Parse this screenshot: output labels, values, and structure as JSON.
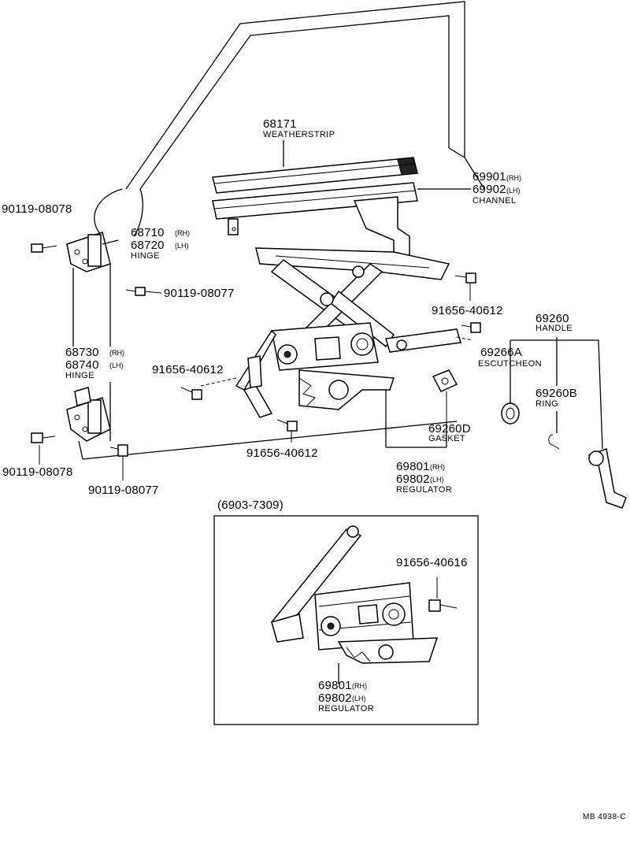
{
  "parts": {
    "weatherstrip": {
      "number": "68171",
      "name": "WEATHERSTRIP"
    },
    "channel": {
      "number_rh": "69901",
      "suffix_rh": "(RH)",
      "number_lh": "69902",
      "suffix_lh": "(LH)",
      "name": "CHANNEL"
    },
    "bolt_upper": {
      "number": "90119-08078"
    },
    "upper_hinge": {
      "number_rh": "68710",
      "suffix_rh": "(RH)",
      "number_lh": "68720",
      "suffix_lh": "(LH)",
      "name": "HINGE"
    },
    "bolt_hinge_upper": {
      "number": "90119-08077"
    },
    "lower_hinge": {
      "number_rh": "68730",
      "suffix_rh": "(RH)",
      "number_lh": "68740",
      "suffix_lh": "(LH)",
      "name": "HINGE"
    },
    "screw_right_upper": {
      "number": "91656-40612"
    },
    "screw_left": {
      "number": "91656-40612"
    },
    "screw_bottom": {
      "number": "91656-40612"
    },
    "handle": {
      "number": "69260",
      "name": "HANDLE"
    },
    "escutcheon": {
      "number": "69266A",
      "name": "ESCUTCHEON"
    },
    "ring": {
      "number": "69260B",
      "name": "RING"
    },
    "gasket": {
      "number": "69260D",
      "name": "GASKET"
    },
    "bolt_lower": {
      "number": "90119-08078"
    },
    "bolt_hinge_lower": {
      "number": "90119-08077"
    },
    "regulator": {
      "number_rh": "69801",
      "suffix_rh": "(RH)",
      "number_lh": "69802",
      "suffix_lh": "(LH)",
      "name": "REGULATOR"
    }
  },
  "inset": {
    "date_range": "(6903-7309)",
    "screw": {
      "number": "91656-40616"
    },
    "regulator": {
      "number_rh": "69801",
      "suffix_rh": "(RH)",
      "number_lh": "69802",
      "suffix_lh": "(LH)",
      "name": "REGULATOR"
    }
  },
  "reference_code": "MB 4938-C"
}
